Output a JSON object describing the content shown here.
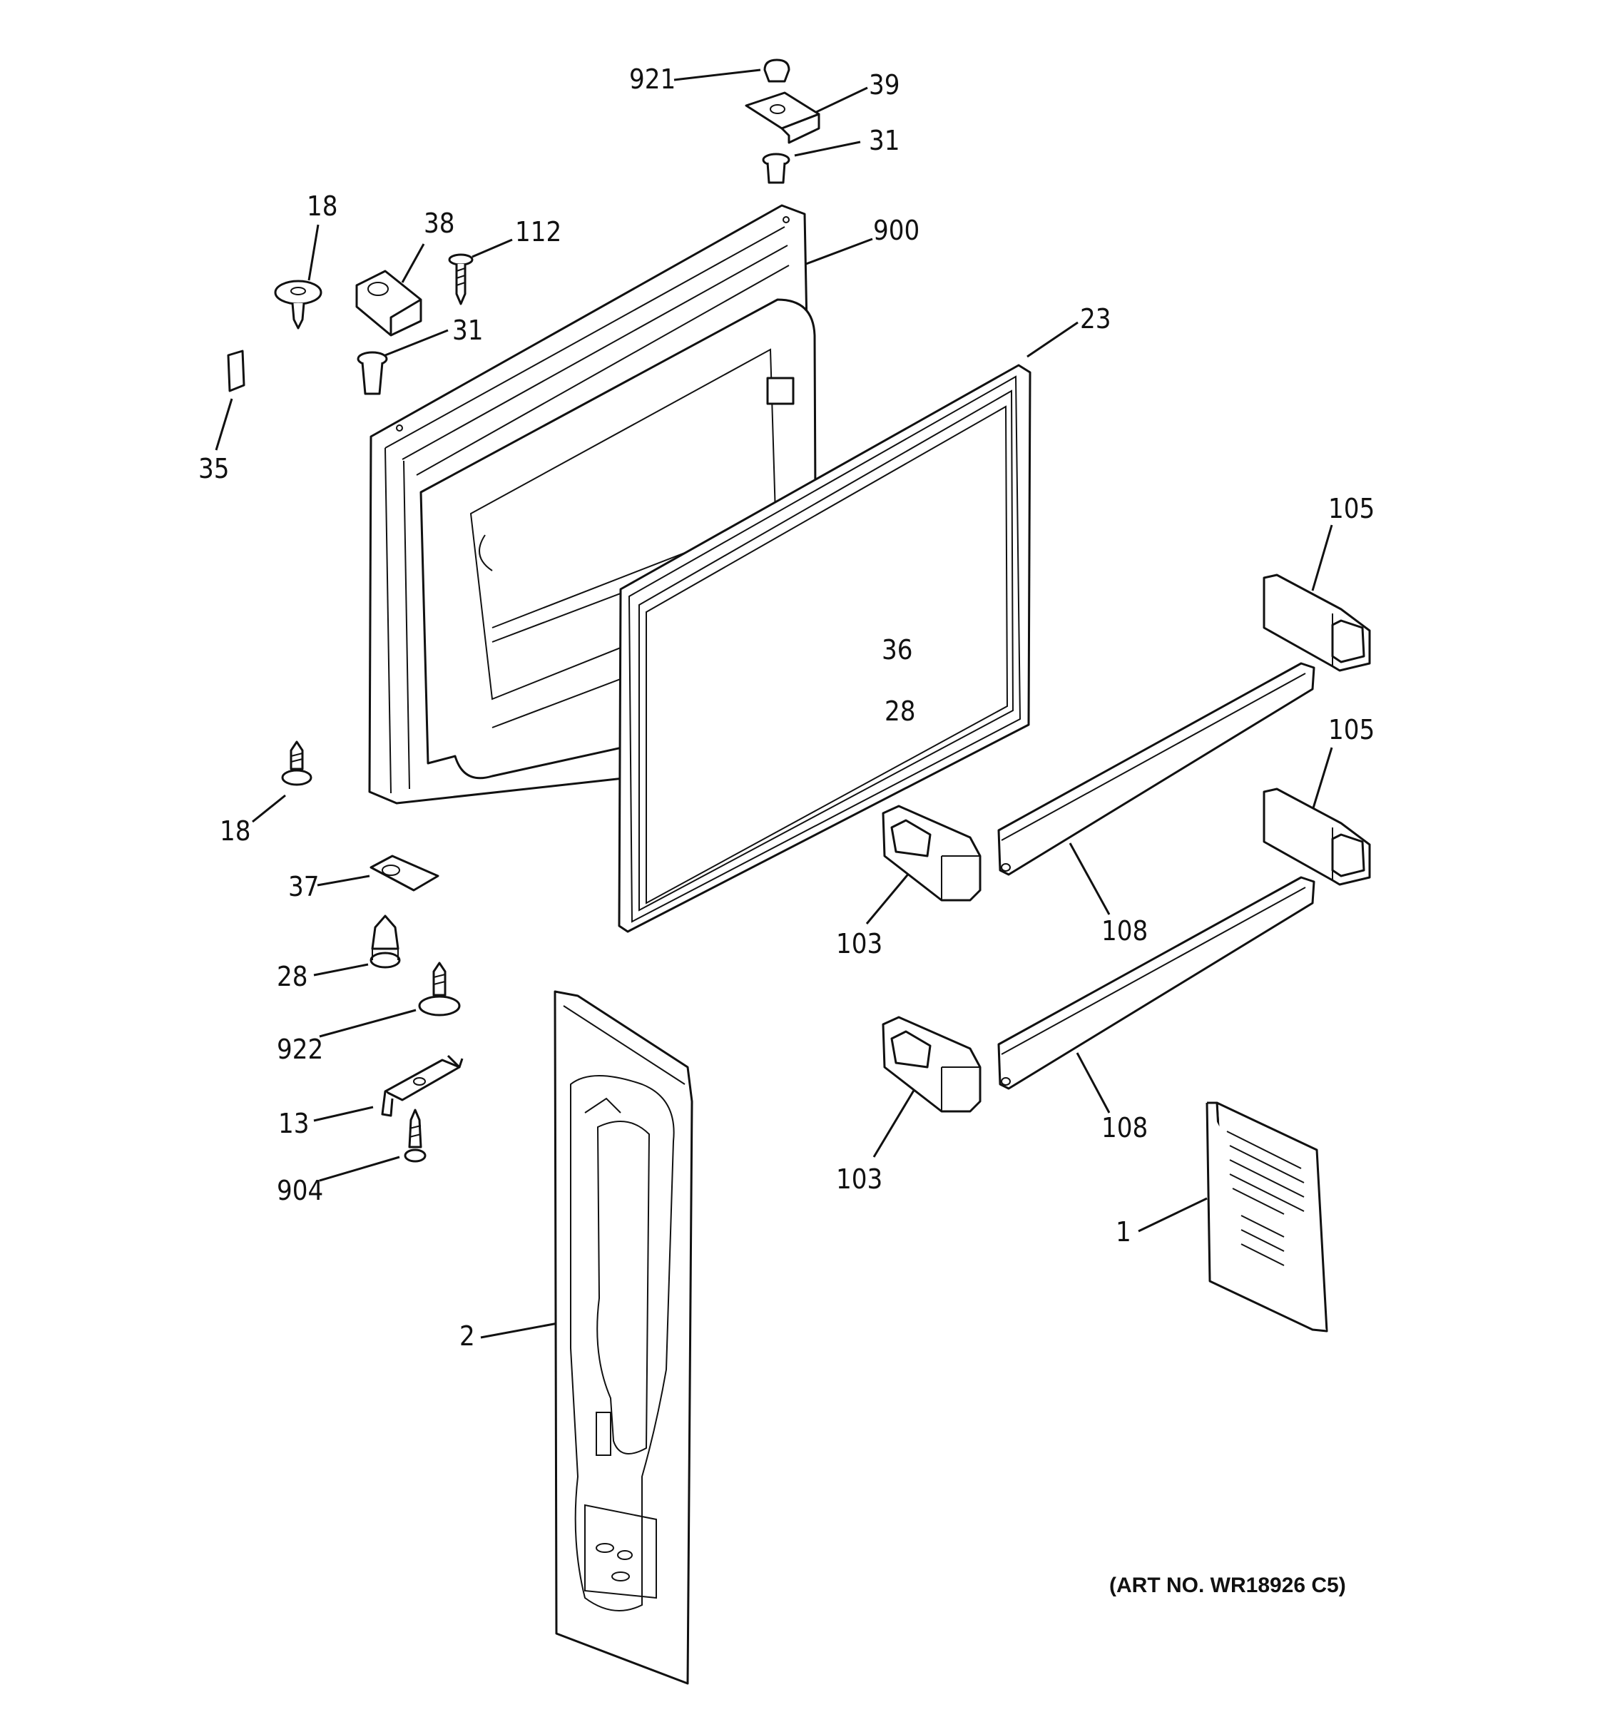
{
  "callouts": [
    {
      "id": "c921",
      "text": "921"
    },
    {
      "id": "c39",
      "text": "39"
    },
    {
      "id": "c31a",
      "text": "31"
    },
    {
      "id": "c18a",
      "text": "18"
    },
    {
      "id": "c38",
      "text": "38"
    },
    {
      "id": "c112",
      "text": "112"
    },
    {
      "id": "c900",
      "text": "900"
    },
    {
      "id": "c31b",
      "text": "31"
    },
    {
      "id": "c35",
      "text": "35"
    },
    {
      "id": "c23",
      "text": "23"
    },
    {
      "id": "c105a",
      "text": "105"
    },
    {
      "id": "c36",
      "text": "36"
    },
    {
      "id": "c28a",
      "text": "28"
    },
    {
      "id": "c105b",
      "text": "105"
    },
    {
      "id": "c18b",
      "text": "18"
    },
    {
      "id": "c37",
      "text": "37"
    },
    {
      "id": "c103a",
      "text": "103"
    },
    {
      "id": "c108a",
      "text": "108"
    },
    {
      "id": "c28b",
      "text": "28"
    },
    {
      "id": "c922",
      "text": "922"
    },
    {
      "id": "c13",
      "text": "13"
    },
    {
      "id": "c108b",
      "text": "108"
    },
    {
      "id": "c103b",
      "text": "103"
    },
    {
      "id": "c904",
      "text": "904"
    },
    {
      "id": "c1",
      "text": "1"
    },
    {
      "id": "c2",
      "text": "2"
    }
  ],
  "art_number": "(ART NO. WR18926 C5)"
}
